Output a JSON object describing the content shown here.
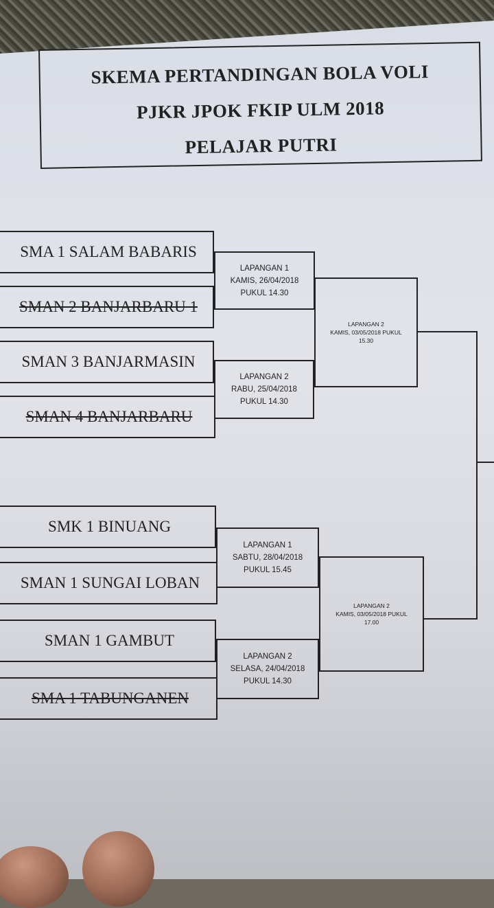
{
  "title": {
    "line1": "SKEMA PERTANDINGAN BOLA VOLI",
    "line2": "PJKR JPOK FKIP ULM 2018",
    "line3": "PELAJAR PUTRI"
  },
  "teams": [
    {
      "name": "SMA 1 SALAM BABARIS",
      "struck": false
    },
    {
      "name": "SMAN 2 BANJARBARU 1",
      "struck": true
    },
    {
      "name": "SMAN 3 BANJARMASIN",
      "struck": false
    },
    {
      "name": "SMAN 4 BANJARBARU",
      "struck": true
    },
    {
      "name": "SMK 1 BINUANG",
      "struck": false
    },
    {
      "name": "SMAN 1 SUNGAI LOBAN",
      "struck": false
    },
    {
      "name": "SMAN 1 GAMBUT",
      "struck": false
    },
    {
      "name": "SMA 1 TABUNGANEN",
      "struck": true
    }
  ],
  "round1": [
    {
      "court": "LAPANGAN 1",
      "date": "KAMIS, 26/04/2018",
      "time": "PUKUL 14.30"
    },
    {
      "court": "LAPANGAN 2",
      "date": "RABU, 25/04/2018",
      "time": "PUKUL 14.30"
    },
    {
      "court": "LAPANGAN 1",
      "date": "SABTU, 28/04/2018",
      "time": "PUKUL 15.45"
    },
    {
      "court": "LAPANGAN 2",
      "date": "SELASA, 24/04/2018",
      "time": "PUKUL 14.30"
    }
  ],
  "round2": [
    {
      "court": "LAPANGAN 2",
      "date": "KAMIS, 03/05/2018 PUKUL",
      "time": "15.30"
    },
    {
      "court": "LAPANGAN 2",
      "date": "KAMIS, 03/05/2018 PUKUL",
      "time": "17.00"
    }
  ]
}
